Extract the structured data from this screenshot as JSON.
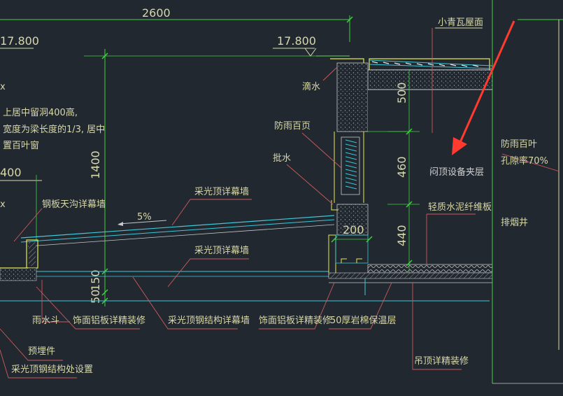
{
  "dimensions": {
    "top_width": "2600",
    "elev_left": "17.800",
    "elev_right": "17.800",
    "height_1400": "1400",
    "slope": "5%",
    "d500": "500",
    "d460": "460",
    "d440": "440",
    "d200": "200",
    "d150": "150",
    "d50": "50",
    "left_400": "400",
    "left_x1": "x",
    "left_x2": "x"
  },
  "notes_left": [
    "上居中留洞400高,",
    "宽度为梁长度的1/3, 居中",
    "置百叶窗"
  ],
  "labels": {
    "xiaoqingwa": "小青瓦屋面",
    "dishui": "滴水",
    "fangyu_baiye": "防雨百页",
    "pishui": "批水",
    "gangban_tiangou": "钢板天沟详幕墙",
    "caiguang_1": "采光顶详幕墙",
    "caiguang_2": "采光顶详幕墙",
    "mending_jiaceng": "闷顶设备夹层",
    "qingzhi_shuini": "轻质水泥纤维板",
    "fangyu_baiye_right": "防雨百叶",
    "kongxilv": "孔隙率70%",
    "paiyanjing": "排烟井",
    "yushuidou": "雨水斗",
    "shimian_lvban_1": "饰面铝板详精装修",
    "caiguang_gang": "采光顶钢结构详幕墙",
    "shimian_lvban_2": "饰面铝板详精装修",
    "yanmian_baowen": "50厚岩棉保温层",
    "diaoding": "吊顶详精装修",
    "yumaijian": "预埋件",
    "caiguang_gang_chu": "采光顶钢结构处设置"
  },
  "colors": {
    "background": "#212830",
    "dimension_green": "#3fd23f",
    "leader_red": "#d05a5a",
    "structure_yellow": "#e8e850",
    "section_cyan": "#3ec8d8",
    "arrow_red": "#ff3b30",
    "text": "#d8d8a8"
  },
  "icons": [
    "red-arrow-icon",
    "elevation-marker-icon"
  ]
}
